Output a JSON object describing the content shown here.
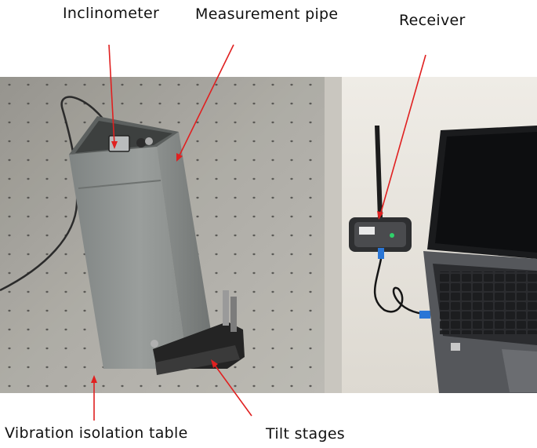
{
  "labels": {
    "inclinometer": "Inclinometer",
    "measurement_pipe": "Measurement pipe",
    "receiver": "Receiver",
    "vibration_table": "Vibration isolation table",
    "tilt_stages": "Tilt stages"
  },
  "colors": {
    "arrow": "#e02020",
    "table": "#9c9a92",
    "pipe": "#8d9190",
    "desk": "#e6e3dc",
    "laptop": "#3a3b3d"
  }
}
